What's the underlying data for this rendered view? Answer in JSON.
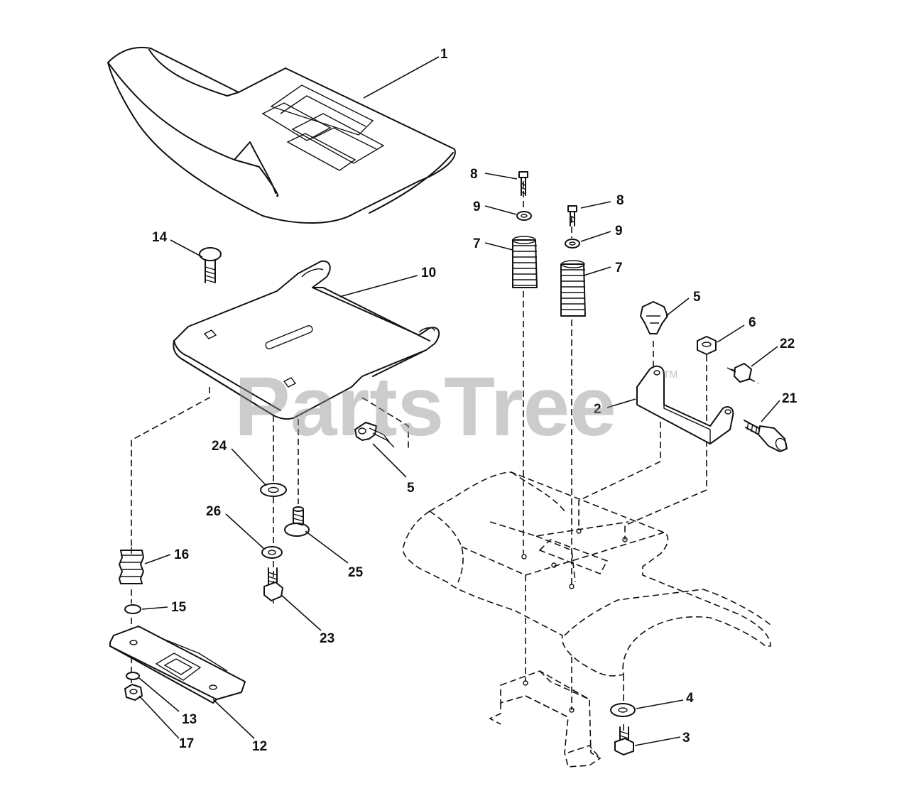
{
  "watermark": {
    "text": "PartsTree",
    "trademark": "TM"
  },
  "callouts": [
    "1",
    "2",
    "3",
    "4",
    "5",
    "5",
    "6",
    "7",
    "7",
    "8",
    "8",
    "9",
    "9",
    "10",
    "12",
    "13",
    "14",
    "15",
    "16",
    "17",
    "21",
    "22",
    "23",
    "24",
    "25",
    "26"
  ]
}
